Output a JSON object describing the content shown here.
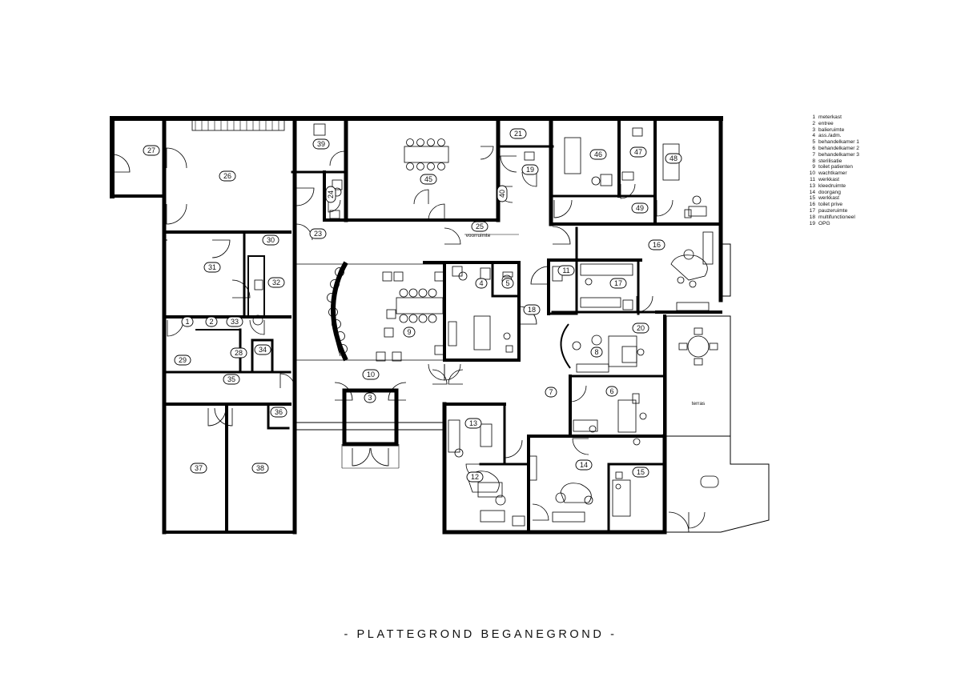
{
  "title": "- PLATTEGROND BEGANEGROND -",
  "legend": [
    {
      "num": "1",
      "label": "meterkast"
    },
    {
      "num": "2",
      "label": "entree"
    },
    {
      "num": "3",
      "label": "balieruimte"
    },
    {
      "num": "4",
      "label": "ass./adm."
    },
    {
      "num": "5",
      "label": "behandelkamer 1"
    },
    {
      "num": "6",
      "label": "behandelkamer 2"
    },
    {
      "num": "7",
      "label": "behandelkamer 3"
    },
    {
      "num": "8",
      "label": "sterilisatie"
    },
    {
      "num": "9",
      "label": "toilet patienten"
    },
    {
      "num": "10",
      "label": "wachtkamer"
    },
    {
      "num": "11",
      "label": "werkkast"
    },
    {
      "num": "13",
      "label": "kleedruimte"
    },
    {
      "num": "14",
      "label": "doorgang"
    },
    {
      "num": "15",
      "label": "werkkast"
    },
    {
      "num": "16",
      "label": "toilet prive"
    },
    {
      "num": "17",
      "label": "pauzeruimte"
    },
    {
      "num": "18",
      "label": "multifunctioneel"
    },
    {
      "num": "19",
      "label": "OPG"
    }
  ],
  "rooms": [
    "1",
    "2",
    "3",
    "4",
    "5",
    "6",
    "7",
    "8",
    "9",
    "10",
    "11",
    "12",
    "13",
    "14",
    "15",
    "16",
    "17",
    "18",
    "19",
    "20",
    "21",
    "23",
    "24",
    "25",
    "26",
    "27",
    "28",
    "29",
    "30",
    "31",
    "32",
    "33",
    "34",
    "35",
    "36",
    "37",
    "38",
    "39",
    "40",
    "45",
    "46",
    "47",
    "48",
    "49"
  ],
  "text_labels": {
    "voorruimte": "voorruimte",
    "terras": "terras"
  }
}
